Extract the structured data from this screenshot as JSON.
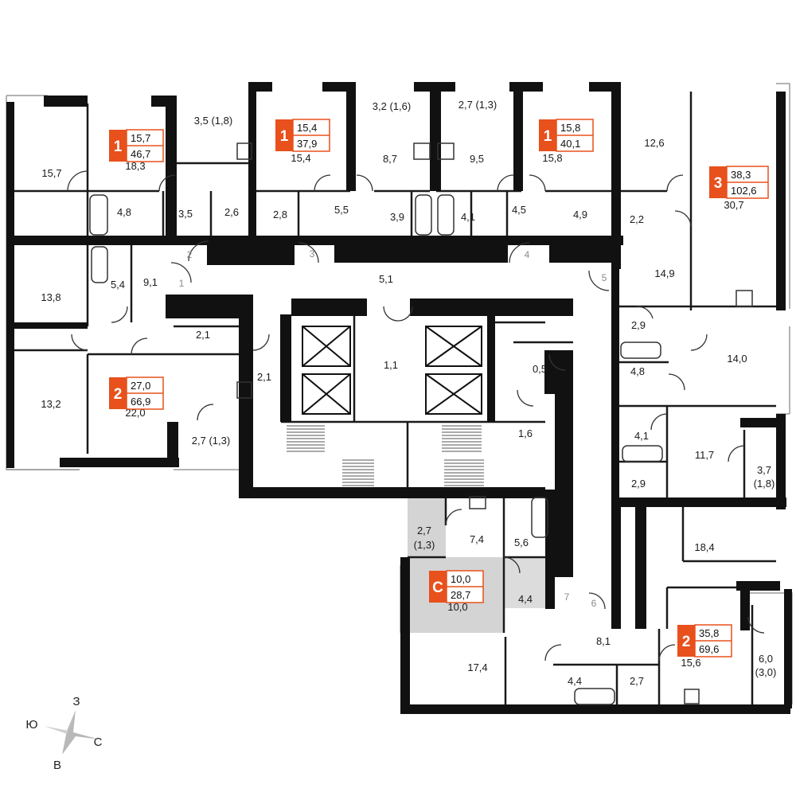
{
  "colors": {
    "wall": "#111111",
    "accent": "#e8501c",
    "highlight_fill": "#d4d4d4",
    "thin_line": "#9a9a9a"
  },
  "apartments": [
    {
      "id": "apt-1-northwest",
      "type": "1",
      "living": "15,7",
      "total": "46,7"
    },
    {
      "id": "apt-1-center-left",
      "type": "1",
      "living": "15,4",
      "total": "37,9"
    },
    {
      "id": "apt-1-center-right",
      "type": "1",
      "living": "15,8",
      "total": "40,1"
    },
    {
      "id": "apt-3-northeast",
      "type": "3",
      "living": "38,3",
      "total": "102,6"
    },
    {
      "id": "apt-2-west",
      "type": "2",
      "living": "27,0",
      "total": "66,9"
    },
    {
      "id": "apt-studio",
      "type": "С",
      "living": "10,0",
      "total": "28,7"
    },
    {
      "id": "apt-2-southeast",
      "type": "2",
      "living": "35,8",
      "total": "69,6"
    }
  ],
  "rooms": [
    "15,7",
    "18,3",
    "3,5 (1,8)",
    "4,8",
    "3,5",
    "2,6",
    "15,4",
    "2,8",
    "5,5",
    "3,2 (1,6)",
    "8,7",
    "3,9",
    "2,7 (1,3)",
    "9,5",
    "4,1",
    "4,5",
    "15,8",
    "4,9",
    "12,6",
    "2,2",
    "30,7",
    "13,8",
    "5,4",
    "9,1",
    "5,1",
    "2,1",
    "2,1",
    "1,1",
    "0,5",
    "1,6",
    "14,9",
    "13,2",
    "22,0",
    "2,7 (1,3)",
    "2,9",
    "14,0",
    "4,8",
    "4,1",
    "11,7",
    "2,9",
    "3,7",
    "(1,8)",
    "2,7",
    "(1,3)",
    "7,4",
    "5,6",
    "10,0",
    "4,4",
    "18,4",
    "8,1",
    "17,4",
    "15,6",
    "4,4",
    "2,7",
    "6,0",
    "(3,0)"
  ],
  "doors": [
    "1",
    "2",
    "3",
    "4",
    "5",
    "6",
    "7"
  ],
  "compass": {
    "north": "З",
    "south": "В",
    "east": "С",
    "west": "Ю"
  }
}
